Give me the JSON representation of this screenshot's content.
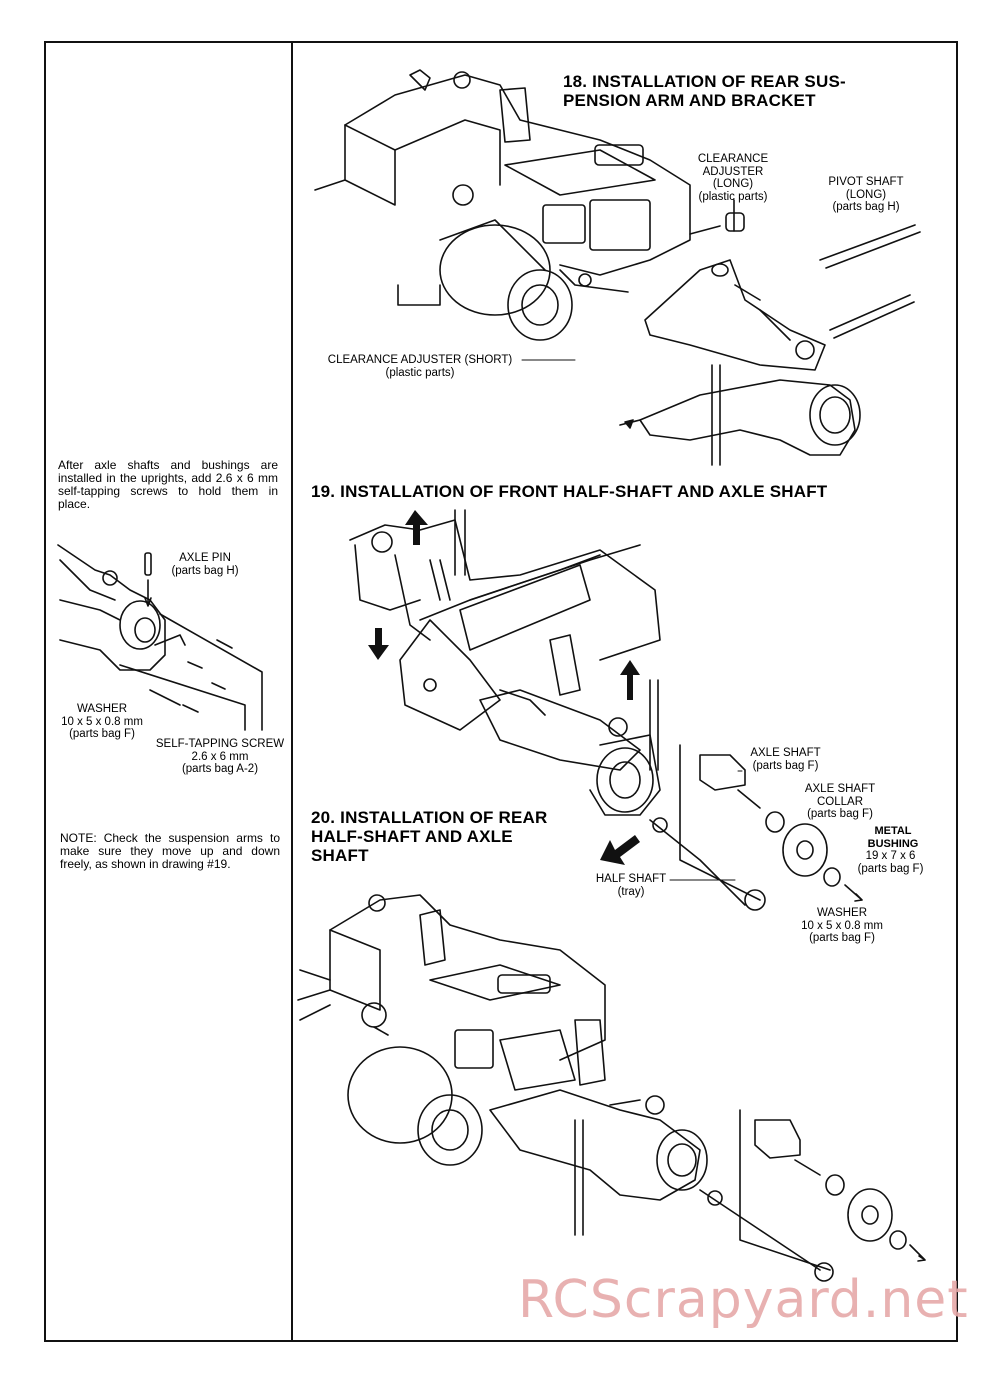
{
  "left_panel": {
    "axle_note": "After axle shafts and bushings are installed in the uprights, add 2.6 x 6 mm self-tapping screws to hold them in place.",
    "axle_pin": "AXLE PIN\n(parts bag H)",
    "washer": "WASHER\n10 x 5 x 0.8 mm\n(parts bag F)",
    "screw": "SELF-TAPPING SCREW\n2.6 x 6 mm\n(parts bag A-2)",
    "suspension_note": "NOTE: Check the suspension arms to make sure they move up and down freely, as shown in drawing #19."
  },
  "step18": {
    "title": "18.  INSTALLATION OF REAR SUS-\n      PENSION ARM AND BRACKET",
    "clearance_long": "CLEARANCE\nADJUSTER\n(LONG)\n(plastic parts)",
    "pivot_shaft": "PIVOT SHAFT\n(LONG)\n(parts bag H)",
    "clearance_short": "CLEARANCE ADJUSTER (SHORT)\n(plastic parts)"
  },
  "step19": {
    "title": "19.  INSTALLATION OF FRONT HALF-SHAFT AND AXLE SHAFT",
    "axle_shaft": "AXLE SHAFT\n(parts bag F)",
    "collar": "AXLE SHAFT\nCOLLAR\n(parts bag F)",
    "metal_bushing_title": "METAL\nBUSHING",
    "metal_bushing": "19 x 7 x 6\n(parts bag F)",
    "half_shaft": "HALF SHAFT\n(tray)",
    "washer": "WASHER\n10 x 5 x 0.8 mm\n(parts bag F)"
  },
  "step20": {
    "title": "20.  INSTALLATION OF REAR\n       HALF-SHAFT AND AXLE\n       SHAFT"
  },
  "watermark": "RCScrapyard.net"
}
